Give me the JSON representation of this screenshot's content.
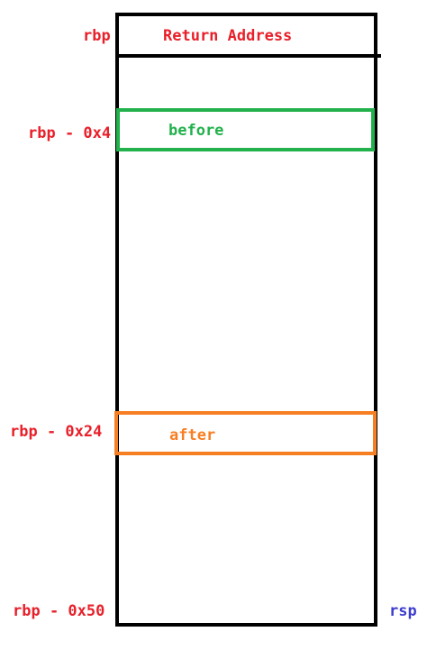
{
  "colors": {
    "frame": "#000000",
    "rbp_label": "#e8202a",
    "before": "#22b14c",
    "after": "#f77f23",
    "rsp": "#3c3ccf"
  },
  "labels": {
    "rbp": "rbp",
    "return_address": "Return Address",
    "rbp_minus_0x4": "rbp - 0x4",
    "before": "before",
    "rbp_minus_0x24": "rbp - 0x24",
    "after": "after",
    "rbp_minus_0x50": "rbp - 0x50",
    "rsp": "rsp"
  }
}
